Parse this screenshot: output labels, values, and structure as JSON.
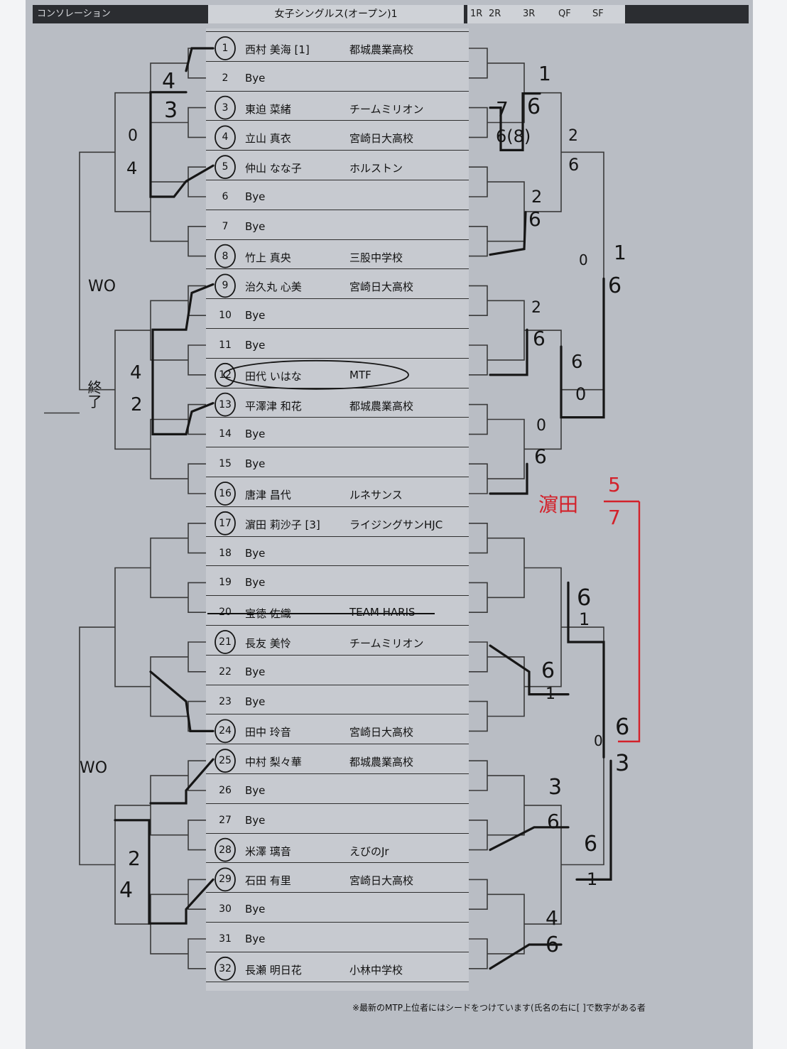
{
  "header": {
    "category": "コンソレーション",
    "title": "女子シングルス(オープン)1",
    "rounds": [
      "1R",
      "2R",
      "3R",
      "QF",
      "SF"
    ]
  },
  "entries": [
    {
      "no": "1",
      "name": "西村 美海 [1]",
      "club": "都城農業高校"
    },
    {
      "no": "2",
      "name": "Bye",
      "club": ""
    },
    {
      "no": "3",
      "name": "東迫 菜緒",
      "club": "チームミリオン"
    },
    {
      "no": "4",
      "name": "立山 真衣",
      "club": "宮崎日大高校"
    },
    {
      "no": "5",
      "name": "仲山 なな子",
      "club": "ホルストン"
    },
    {
      "no": "6",
      "name": "Bye",
      "club": ""
    },
    {
      "no": "7",
      "name": "Bye",
      "club": ""
    },
    {
      "no": "8",
      "name": "竹上 真央",
      "club": "三股中学校"
    },
    {
      "no": "9",
      "name": "治久丸 心美",
      "club": "宮崎日大高校"
    },
    {
      "no": "10",
      "name": "Bye",
      "club": ""
    },
    {
      "no": "11",
      "name": "Bye",
      "club": ""
    },
    {
      "no": "12",
      "name": "田代 いはな",
      "club": "MTF"
    },
    {
      "no": "13",
      "name": "平澤津 和花",
      "club": "都城農業高校"
    },
    {
      "no": "14",
      "name": "Bye",
      "club": ""
    },
    {
      "no": "15",
      "name": "Bye",
      "club": ""
    },
    {
      "no": "16",
      "name": "唐津 昌代",
      "club": "ルネサンス"
    },
    {
      "no": "17",
      "name": "濵田 莉沙子 [3]",
      "club": "ライジングサンHJC"
    },
    {
      "no": "18",
      "name": "Bye",
      "club": ""
    },
    {
      "no": "19",
      "name": "Bye",
      "club": ""
    },
    {
      "no": "20",
      "name": "宝徳 佐織",
      "club": "TEAM HARIS"
    },
    {
      "no": "21",
      "name": "長友 美怜",
      "club": "チームミリオン"
    },
    {
      "no": "22",
      "name": "Bye",
      "club": ""
    },
    {
      "no": "23",
      "name": "Bye",
      "club": ""
    },
    {
      "no": "24",
      "name": "田中 玲音",
      "club": "宮崎日大高校"
    },
    {
      "no": "25",
      "name": "中村 梨々華",
      "club": "都城農業高校"
    },
    {
      "no": "26",
      "name": "Bye",
      "club": ""
    },
    {
      "no": "27",
      "name": "Bye",
      "club": ""
    },
    {
      "no": "28",
      "name": "米澤 璃音",
      "club": "えびのJr"
    },
    {
      "no": "29",
      "name": "石田 有里",
      "club": "宮崎日大高校"
    },
    {
      "no": "30",
      "name": "Bye",
      "club": ""
    },
    {
      "no": "31",
      "name": "Bye",
      "club": ""
    },
    {
      "no": "32",
      "name": "長瀬 明日花",
      "club": "小林中学校"
    }
  ],
  "footnote": "※最新のMTP上位者にはシードをつけています(氏名の右に[ ]で数字がある者",
  "handwritten": {
    "left": {
      "s1": "4",
      "s2": "3",
      "s3": "0",
      "s4": "4",
      "wo1": "WO",
      "s5": "4",
      "s6": "2",
      "kanji": "終了",
      "wo2": "WO",
      "s7": "2",
      "s8": "4"
    },
    "right": {
      "r1a": "1",
      "r1b": "6",
      "r2a": "7",
      "r2b": "6(8)",
      "r3a": "2",
      "r3b": "6",
      "r4a": "2",
      "r4b": "6",
      "r5a": "0",
      "r5b": "1",
      "r5c": "6",
      "r6a": "2",
      "r6b": "6",
      "r7a": "6",
      "r7b": "0",
      "r8a": "0",
      "r8b": "6",
      "r9a": "6",
      "r9b": "1",
      "r10a": "6",
      "r10b": "1",
      "r11a": "0",
      "r11b": "6",
      "r11c": "3",
      "r12a": "3",
      "r12b": "6",
      "r13a": "6",
      "r13b": "1",
      "r14a": "4",
      "r14b": "6"
    },
    "red": {
      "name": "濵田",
      "top": "5",
      "bottom": "7"
    }
  }
}
